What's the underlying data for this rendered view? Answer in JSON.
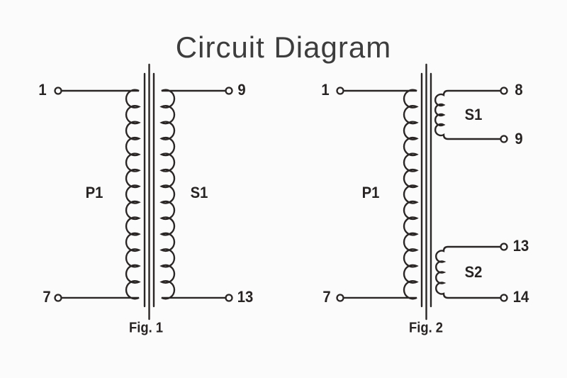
{
  "title": "Circuit Diagram",
  "colors": {
    "background": "#fbfbfb",
    "line": "#2b2626",
    "text": "#272323",
    "title": "#3d3d3d"
  },
  "figures": [
    {
      "caption": "Fig. 1",
      "windings": {
        "primary": "P1",
        "secondary": "S1"
      },
      "pins": {
        "top_left": "1",
        "bottom_left": "7",
        "top_right": "9",
        "bottom_right": "13"
      }
    },
    {
      "caption": "Fig. 2",
      "windings": {
        "primary": "P1",
        "secondary_top": "S1",
        "secondary_bottom": "S2"
      },
      "pins": {
        "top_left": "1",
        "bottom_left": "7",
        "s1_top": "8",
        "s1_bottom": "9",
        "s2_top": "13",
        "s2_bottom": "14"
      }
    }
  ]
}
